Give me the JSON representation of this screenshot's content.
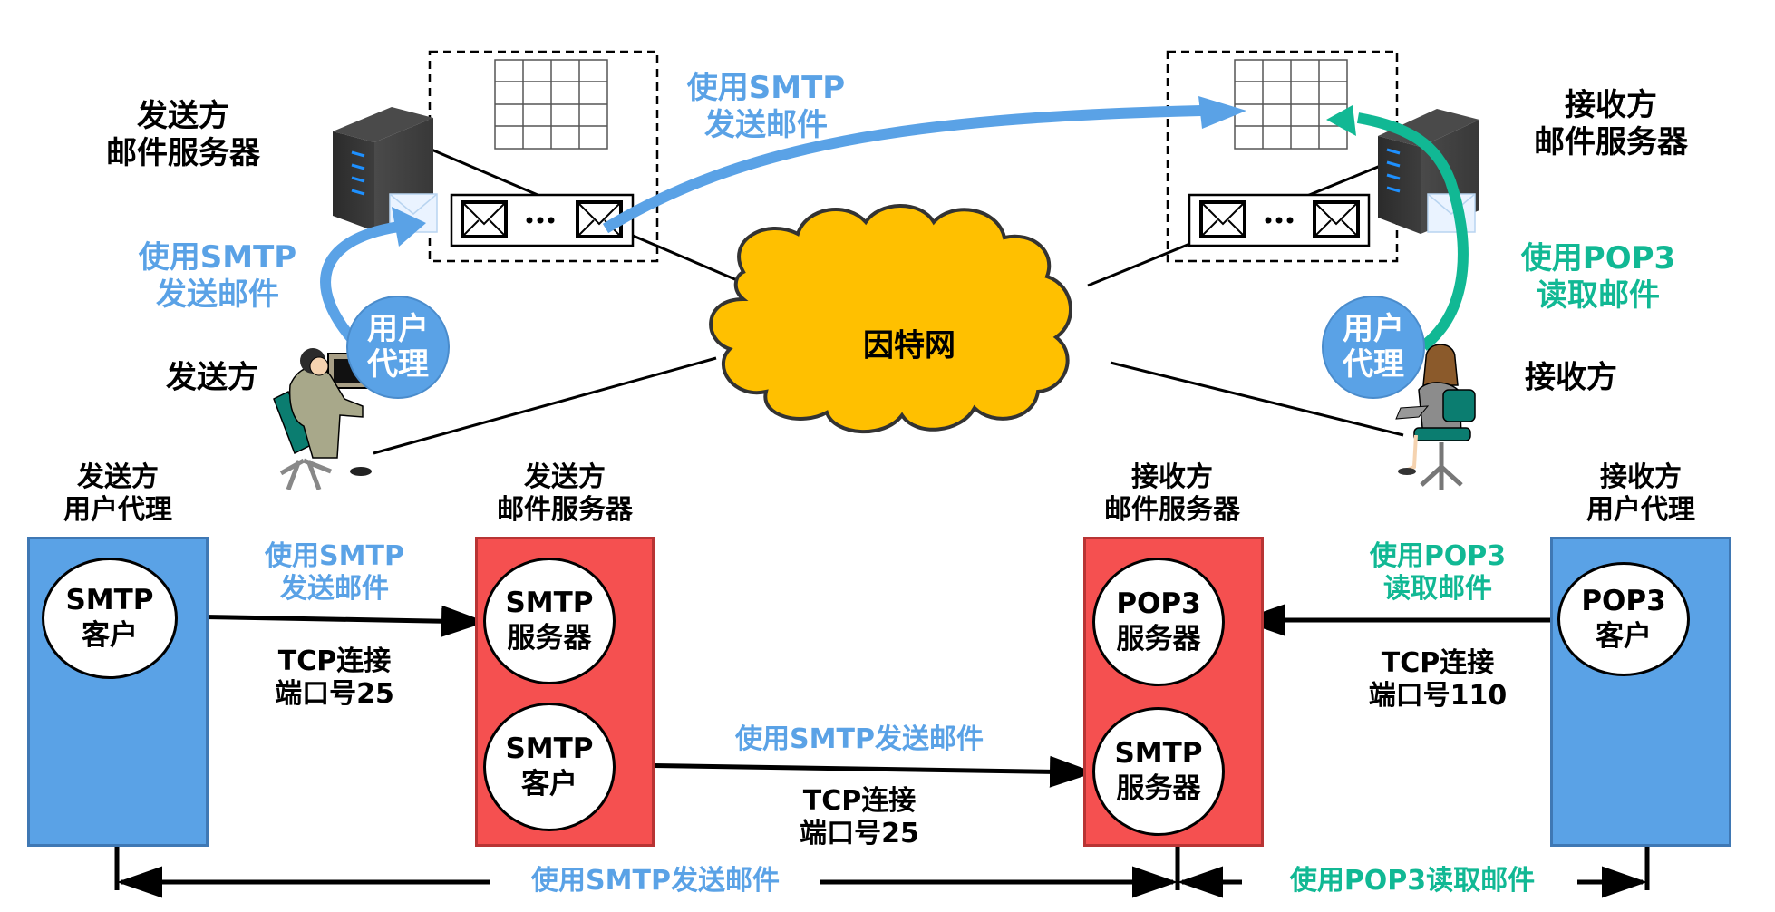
{
  "colors": {
    "smtp_blue": "#5aa2e6",
    "pop3_green": "#11b894",
    "user_agent_box": "#5aa2e6",
    "mail_server_box": "#f55050",
    "internet_cloud": "#ffc000"
  },
  "top": {
    "sender_server_title": [
      "发送方",
      "邮件服务器"
    ],
    "receiver_server_title": [
      "接收方",
      "邮件服务器"
    ],
    "internet_label": "因特网",
    "sender_label": "发送方",
    "receiver_label": "接收方",
    "sender_agent": [
      "用户",
      "代理"
    ],
    "receiver_agent": [
      "用户",
      "代理"
    ],
    "sender_to_server_arrow_label": [
      "使用SMTP",
      "发送邮件"
    ],
    "server_to_server_arrow_label": [
      "使用SMTP",
      "发送邮件"
    ],
    "pop3_arrow_label": [
      "使用POP3",
      "读取邮件"
    ],
    "mailbox_ellipsis": "•••"
  },
  "bottom": {
    "columns": [
      {
        "title": [
          "发送方",
          "用户代理"
        ],
        "modules": [
          [
            "SMTP",
            "客户"
          ]
        ]
      },
      {
        "title": [
          "发送方",
          "邮件服务器"
        ],
        "modules": [
          [
            "SMTP",
            "服务器"
          ],
          [
            "SMTP",
            "客户"
          ]
        ]
      },
      {
        "title": [
          "接收方",
          "邮件服务器"
        ],
        "modules": [
          [
            "POP3",
            "服务器"
          ],
          [
            "SMTP",
            "服务器"
          ]
        ]
      },
      {
        "title": [
          "接收方",
          "用户代理"
        ],
        "modules": [
          [
            "POP3",
            "客户"
          ]
        ]
      }
    ],
    "link_ua_to_server": {
      "protocol": [
        "使用SMTP",
        "发送邮件"
      ],
      "connection": [
        "TCP连接",
        "端口号25"
      ]
    },
    "link_server_to_server": {
      "protocol": "使用SMTP发送邮件",
      "connection": [
        "TCP连接",
        "端口号25"
      ]
    },
    "link_pop3": {
      "protocol": [
        "使用POP3",
        "读取邮件"
      ],
      "connection": [
        "TCP连接",
        "端口号110"
      ]
    },
    "span_smtp": "使用SMTP发送邮件",
    "span_pop3": "使用POP3读取邮件"
  }
}
